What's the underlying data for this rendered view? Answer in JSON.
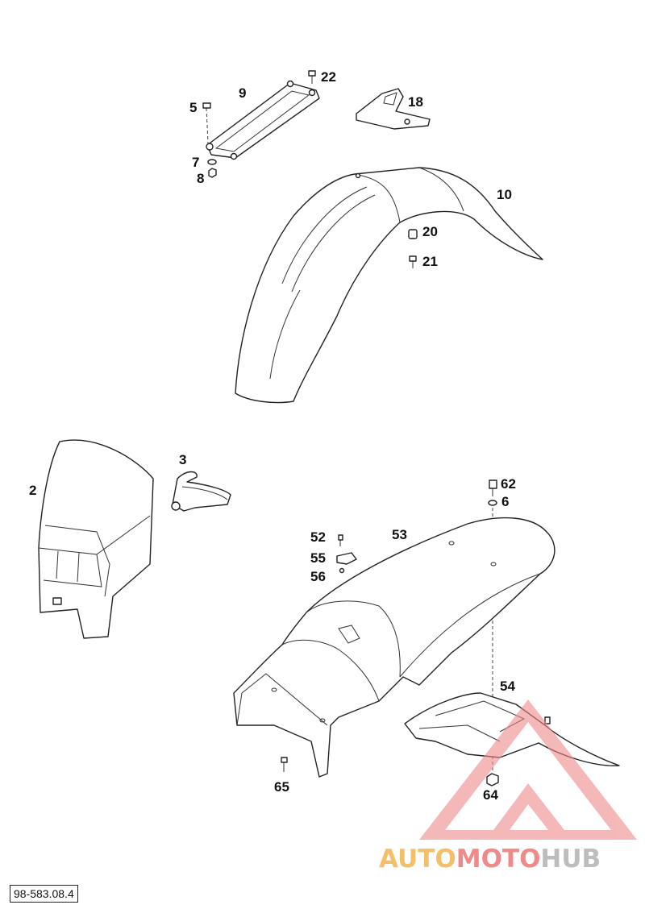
{
  "diagram": {
    "callouts": [
      {
        "id": "c22",
        "label": "22"
      },
      {
        "id": "c9",
        "label": "9"
      },
      {
        "id": "c5",
        "label": "5"
      },
      {
        "id": "c18",
        "label": "18"
      },
      {
        "id": "c7",
        "label": "7"
      },
      {
        "id": "c8",
        "label": "8"
      },
      {
        "id": "c10",
        "label": "10"
      },
      {
        "id": "c20",
        "label": "20"
      },
      {
        "id": "c21",
        "label": "21"
      },
      {
        "id": "c3",
        "label": "3"
      },
      {
        "id": "c2",
        "label": "2"
      },
      {
        "id": "c62",
        "label": "62"
      },
      {
        "id": "c6",
        "label": "6"
      },
      {
        "id": "c52",
        "label": "52"
      },
      {
        "id": "c53",
        "label": "53"
      },
      {
        "id": "c55",
        "label": "55"
      },
      {
        "id": "c56",
        "label": "56"
      },
      {
        "id": "c54",
        "label": "54"
      },
      {
        "id": "c65",
        "label": "65"
      },
      {
        "id": "c64",
        "label": "64"
      }
    ],
    "document_ref": "98-583.08.4"
  },
  "watermark": {
    "part_a": "AUTO",
    "part_b": "MOTO",
    "part_c": "HUB",
    "colors": {
      "triangle": "#ef8a8a",
      "auto": "#f2c06a",
      "moto": "#ef8a8a",
      "hub": "#bdbdbd"
    }
  }
}
